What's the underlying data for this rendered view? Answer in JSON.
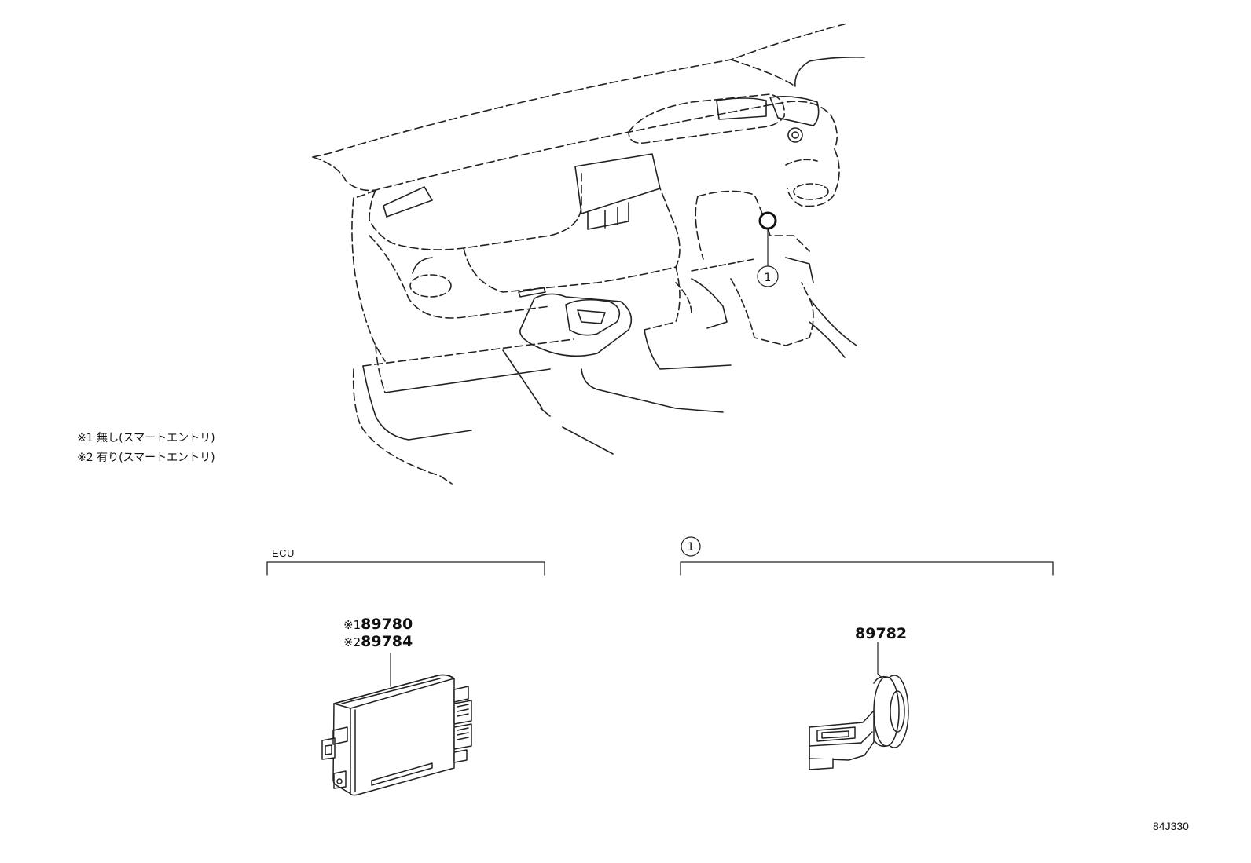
{
  "notes": {
    "note_1": "※1 無し(スマートエントリ)",
    "note_2": "※2 有り(スマートエントリ)"
  },
  "callouts": {
    "position_marker": "1",
    "group_marker": "1"
  },
  "groups": {
    "ecu_label": "ECU"
  },
  "parts": {
    "ecu_part_1": {
      "mark": "※1",
      "number": "89780"
    },
    "ecu_part_2": {
      "mark": "※2",
      "number": "89784"
    },
    "sensor_part": {
      "number": "89782"
    }
  },
  "diagram_id": "84J330"
}
